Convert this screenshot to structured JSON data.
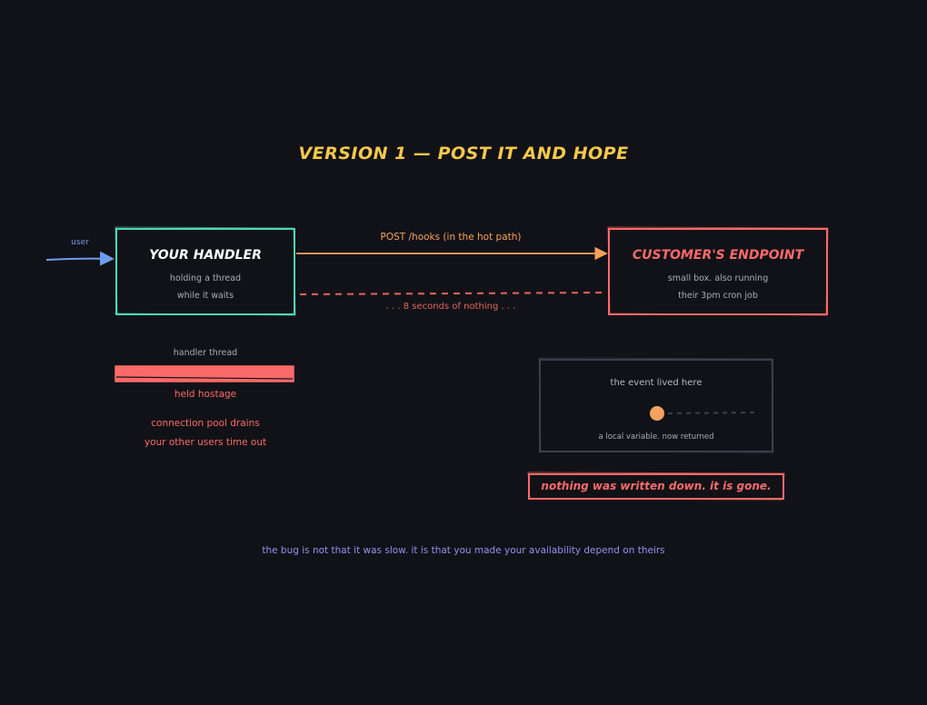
{
  "title": "VERSION 1 — POST IT AND HOPE",
  "user_label": "user",
  "handler": {
    "title": "YOUR HANDLER",
    "line1": "holding a thread",
    "line2": "while it waits"
  },
  "customer": {
    "title": "CUSTOMER'S ENDPOINT",
    "line1": "small box. also running",
    "line2": "their 3pm cron job"
  },
  "post_label": "POST /hooks (in the hot path)",
  "wait_label": ". . . 8 seconds of nothing . . .",
  "thread": {
    "label": "handler thread",
    "status": "held hostage",
    "effect1": "connection pool drains",
    "effect2": "your other users time out"
  },
  "event": {
    "label": "the event lived here",
    "sublabel": "a local variable. now returned"
  },
  "gone_label": "nothing was written down. it is gone.",
  "bug_note": "the bug is not that it was slow. it is that you made your availability depend on theirs",
  "colors": {
    "background": "#111217",
    "title": "#f5c84c",
    "handler": "#4fd8b0",
    "customer": "#fa6a6a",
    "post_arrow": "#f5a25f",
    "user_arrow": "#6e9dee",
    "muted_box": "#3a3f4d",
    "note": "#9a8cf0"
  }
}
